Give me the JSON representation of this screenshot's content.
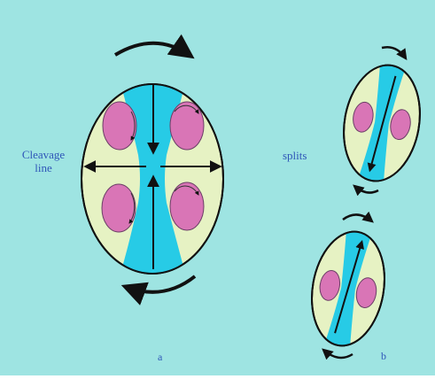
{
  "labels": {
    "cleavage_line": "Cleavage line",
    "splits": "splits",
    "panel_a": "a",
    "panel_b": "b"
  },
  "colors": {
    "background": "#9ee4e2",
    "cell": "#e6f2c3",
    "furrow": "#27cbe6",
    "nucleus": "#d975b6",
    "nucleus_outline": "#6b3f66",
    "arrow": "#111111",
    "text": "#2f56b8"
  }
}
